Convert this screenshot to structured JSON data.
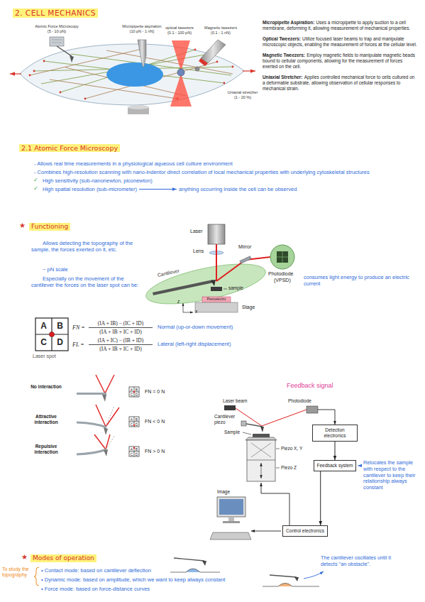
{
  "diagram": {
    "title": "2. CELL MECHANICS",
    "nodes": [
      {
        "text": [
          "Detection electronics"
        ]
      },
      {
        "text": [
          "Feedback system"
        ]
      },
      {
        "text": [
          "Control electronics"
        ]
      }
    ],
    "edges": [
      {
        "from": 0,
        "to": 1,
        "arrow": "to"
      },
      {
        "from": 1,
        "to": 2,
        "arrow": "to"
      }
    ],
    "labels": [
      "Atomic Force Microscopy",
      "(5 - 10 pN)",
      "Micropipette aspiration",
      "(10 pN - 1 nN)",
      "optical tweezers",
      "(0.1 - 100 pN)",
      "Magnetic tweezers",
      "(0.1 - 1 nN)",
      "Uniaxial stretcher",
      "(1 - 20 %)",
      "Micropipette Aspiration:",
      "Uses a micropipette to apply suction to a cell membrane, deforming it, allowing measurement of mechanical properties.",
      "Optical Tweezers:",
      "Utilize focused laser beams to trap and manipulate microscopic objects, enabling the measurement of forces at the cellular level.",
      "Magnetic Tweezers:",
      "Employ magnetic fields to manipulate magnetic beads bound to cellular components, allowing for the measurement of forces exerted on the cell.",
      "Uniaxial Stretcher:",
      "Applies controlled mechanical force to cells cultured on a deformable substrate, allowing observation of cellular responses to mechanical strain.",
      "2.1 Atomic Force Microscopy",
      "- Allows real time measurements in a physiological aqueous cell culture environment",
      "- Combines high-resolution scanning with nano-indentor direct correlation of local mechanical properties with underlying cytoskeletal structures",
      "✓",
      "High sensitivity (sub-nanonewton, piconewton)",
      "✓",
      "High spatial resolution (sub-micrometer)",
      "anything occurring inside the cell can be observed",
      "★",
      "Functioning",
      "Allows detecting the topography of the sample, the forces exerted on it, etc.",
      "~ pN scale",
      "Especially on the movement of the cantilever the forces on the laser spot can be:",
      "Laser",
      "Lens",
      "Cantilever",
      "Mirror",
      "Photodiode",
      "(VPSD)",
      "consumes light energy to produce an electric current",
      "sample",
      "Piezoelectric",
      "Stage",
      "z",
      "x",
      "A",
      "B",
      "C",
      "D",
      "Laser spot",
      "FN =",
      "(IA + IB) − (IC + ID)",
      "(IA + IB + IC + ID)",
      "Normal (up-or-down movement)",
      "FL =",
      "(IA + IC) − (IB + ID)",
      "(IA + IB + IC + ID)",
      "Lateral (left-right displacement)",
      "No interaction",
      "A",
      "B",
      "C",
      "D",
      "FN = 0 N",
      "Attractive interaction",
      "A",
      "B",
      "C",
      "D",
      "FN < 0 N",
      "Repulsive interaction",
      "A",
      "B",
      "C",
      "D",
      "FN > 0 N",
      "Feedback signal",
      "Laser beam",
      "Photodiode",
      "Cantilever piezo",
      "Sample",
      "Piezo X, Y",
      "Piezo Z",
      "Image",
      "Relocates the sample with respect to the cantilever to keep their relationship always constant",
      "★",
      "Modes of operation",
      "To study the topography",
      "• Contact mode: based on cantilever deflection",
      "• Dynamic mode: based on amplitude, which we want to keep always constant",
      "• Force mode: based on force-distance curves",
      "The cantilever oscillates until it detects \"an obstacle\"."
    ]
  }
}
